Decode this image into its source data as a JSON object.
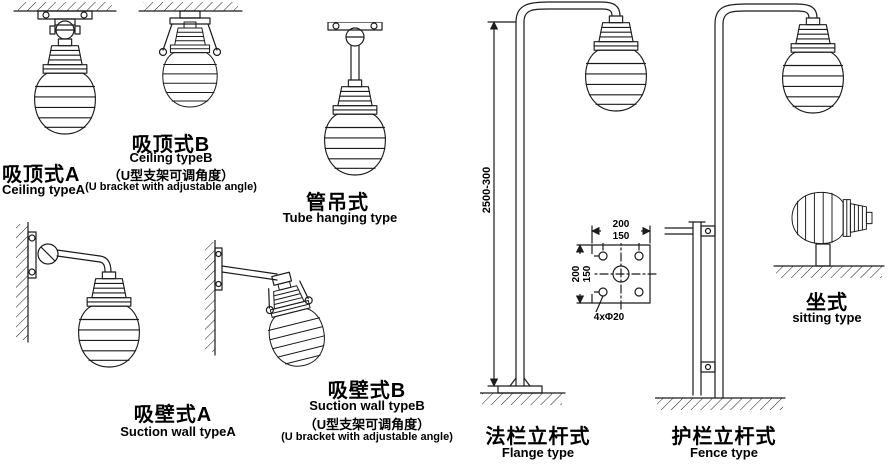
{
  "figures": {
    "ceiling_a": {
      "title_zh": "吸顶式A",
      "title_en": "Ceiling typeA"
    },
    "ceiling_b": {
      "title_zh": "吸顶式B",
      "title_en": "Ceiling typeB",
      "note_zh": "（U型支架可调角度）",
      "note_en": "(U bracket with adjustable angle)"
    },
    "tube_hanging": {
      "title_zh": "管吊式",
      "title_en": "Tube hanging type"
    },
    "suction_wall_a": {
      "title_zh": "吸壁式A",
      "title_en": "Suction wall typeA"
    },
    "suction_wall_b": {
      "title_zh": "吸壁式B",
      "title_en": "Suction wall typeB",
      "note_zh": "（U型支架可调角度）",
      "note_en": "(U bracket with adjustable angle)"
    },
    "flange": {
      "title_zh": "法栏立杆式",
      "title_en": "Flange type",
      "pole_height_dim": "2500-300"
    },
    "fence": {
      "title_zh": "护栏立杆式",
      "title_en": "Fence type"
    },
    "sitting": {
      "title_zh": "坐式",
      "title_en": "sitting type"
    }
  },
  "flange_detail": {
    "width_outer": "200",
    "width_inner": "150",
    "height_outer": "200",
    "height_inner": "150",
    "holes_label": "4xΦ20"
  },
  "colors": {
    "line": "#1b1b1b",
    "background": "#ffffff"
  }
}
